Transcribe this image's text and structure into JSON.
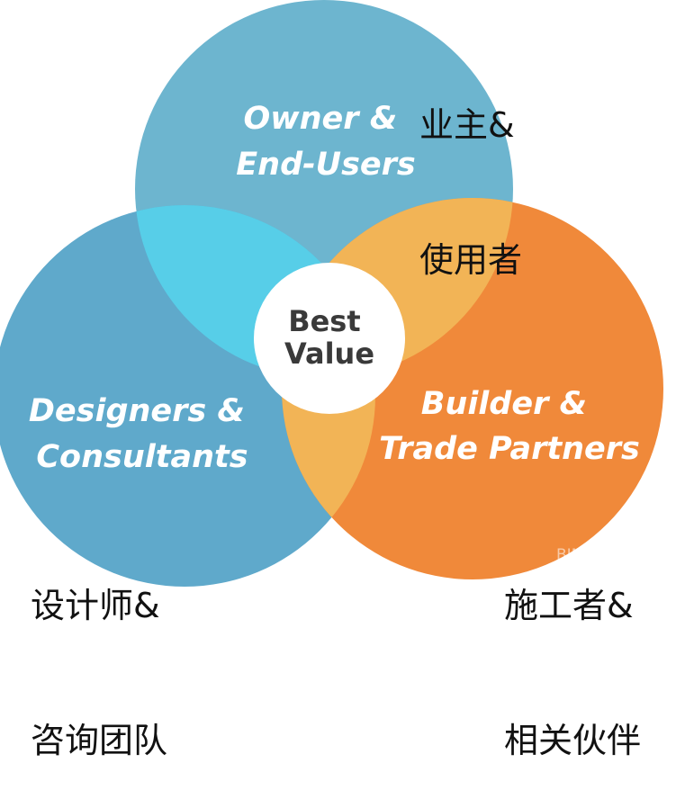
{
  "colors": {
    "top_circle": "#6db5cf",
    "left_circle": "#5fa9cb",
    "right_circle": "#f0893a",
    "top_left_overlap": "#57cee8",
    "top_right_overlap": "#f2b456",
    "left_right_overlap": "#f2b456",
    "center_circle": "#ffffff"
  },
  "circles": {
    "top": {
      "lines": [
        "Owner &",
        "End-Users"
      ]
    },
    "left": {
      "lines": [
        "Designers &",
        "Consultants"
      ]
    },
    "right": {
      "lines": [
        "Builder &",
        "Trade Partners"
      ]
    }
  },
  "center": {
    "lines": [
      "Best",
      "Value"
    ]
  },
  "cn_labels": {
    "top": [
      "业主&",
      "使用者"
    ],
    "left": [
      "设计师&",
      "咨询团队"
    ],
    "right": [
      "施工者&",
      "相关伙伴"
    ]
  },
  "watermark": "BIM学习网"
}
